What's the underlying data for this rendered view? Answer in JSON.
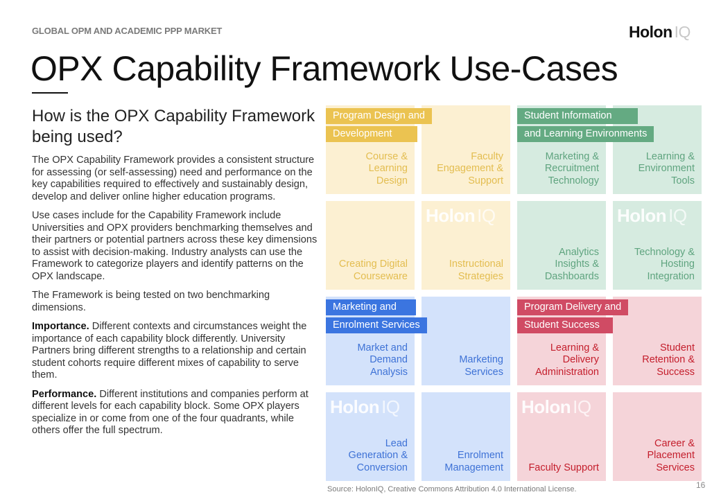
{
  "header": {
    "kicker": "GLOBAL OPM AND ACADEMIC PPP MARKET",
    "brand": {
      "holon": "Holon",
      "iq": "IQ"
    },
    "title": "OPX Capability Framework Use-Cases"
  },
  "left": {
    "subhead": "How is the OPX Capability Framework being used?",
    "paragraphs": {
      "p1": "The OPX Capability Framework provides a consistent structure for assessing (or self-assessing) need and performance on the key capabilities required to effectively and sustainably design, develop and deliver online higher education programs.",
      "p2": "Use cases include for the Capability Framework include Universities and OPX providers benchmarking themselves and their partners or potential partners across these key dimensions to assist with decision-making. Industry analysts can use the Framework to categorize players and identify patterns on the OPX landscape.",
      "p3": "The Framework is being tested on two benchmarking dimensions.",
      "p4_bold": "Importance.",
      "p4": " Different contexts and circumstances weight the importance of each capability block differently. University Partners bring different strengths to a relationship and certain student cohorts require different mixes of capability to serve them.",
      "p5_bold": "Performance.",
      "p5": " Different institutions and companies perform at different levels for each capability block. Some OPX players specialize in or come from one of the four quadrants, while others offer the full spectrum."
    }
  },
  "framework": {
    "watermark": {
      "holon": "Holon",
      "iq": "IQ"
    },
    "colors": {
      "yellow": "#ebc351",
      "green": "#64aa82",
      "blue": "#3b75e0",
      "red": "#d04b64"
    },
    "quadrants": {
      "design": {
        "label_line1": "Program Design and",
        "label_line2": "Development",
        "tiles": [
          "Course & Learning Design",
          "Faculty Engagement & Support",
          "Creating Digital Courseware",
          "Instructional Strategies"
        ]
      },
      "tech": {
        "label_line1": "Student Information",
        "label_line2": "and Learning Environments",
        "tiles": [
          "Marketing & Recruitment Technology",
          "Learning & Environment Tools",
          "Analytics Insights & Dashboards",
          "Technology & Hosting Integration"
        ]
      },
      "marketing": {
        "label_line1": "Marketing and",
        "label_line2": "Enrolment Services",
        "tiles": [
          "Market and Demand Analysis",
          "Marketing Services",
          "Lead Generation & Conversion",
          "Enrolment Management"
        ]
      },
      "delivery": {
        "label_line1": "Program Delivery and",
        "label_line2": "Student Success",
        "tiles": [
          "Learning & Delivery Administration",
          "Student Retention & Success",
          "Faculty Support",
          "Career & Placement Services"
        ]
      }
    }
  },
  "footer": {
    "source": "Source: HolonIQ, Creative Commons Attribution 4.0 International License.",
    "page_number": "16"
  }
}
